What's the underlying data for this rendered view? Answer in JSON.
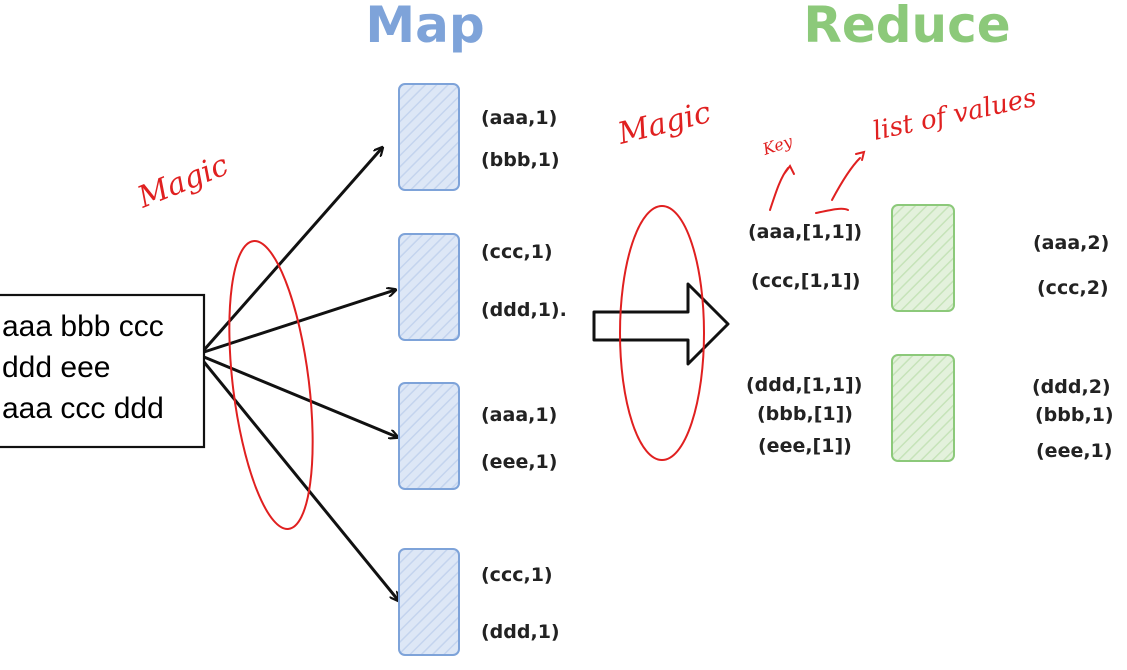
{
  "headers": {
    "map": "Map",
    "reduce": "Reduce"
  },
  "input_lines": [
    "aaa bbb ccc",
    "ddd eee",
    "aaa ccc ddd"
  ],
  "map_outputs": [
    [
      "(aaa,1)",
      "(bbb,1)"
    ],
    [
      "(ccc,1)",
      "(ddd,1)."
    ],
    [
      "(aaa,1)",
      "(eee,1)"
    ],
    [
      "(ccc,1)",
      "(ddd,1)"
    ]
  ],
  "shuffle_groups": [
    [
      "(aaa,[1,1])",
      "(ccc,[1,1])"
    ],
    [
      "(ddd,[1,1])",
      "(bbb,[1])",
      "(eee,[1])"
    ]
  ],
  "reduce_outputs": [
    [
      "(aaa,2)",
      "(ccc,2)"
    ],
    [
      "(ddd,2)",
      "(bbb,1)",
      "(eee,1)"
    ]
  ],
  "annotations": {
    "magic_left": "Magic",
    "magic_right": "Magic",
    "key": "Key",
    "list_of_values": "list of values"
  },
  "colors": {
    "map": "#7ea3d9",
    "map_fill": "#dde7f6",
    "reduce": "#8cc97a",
    "reduce_fill": "#e0f0d8",
    "annotation": "#e02020",
    "ink": "#111111"
  }
}
